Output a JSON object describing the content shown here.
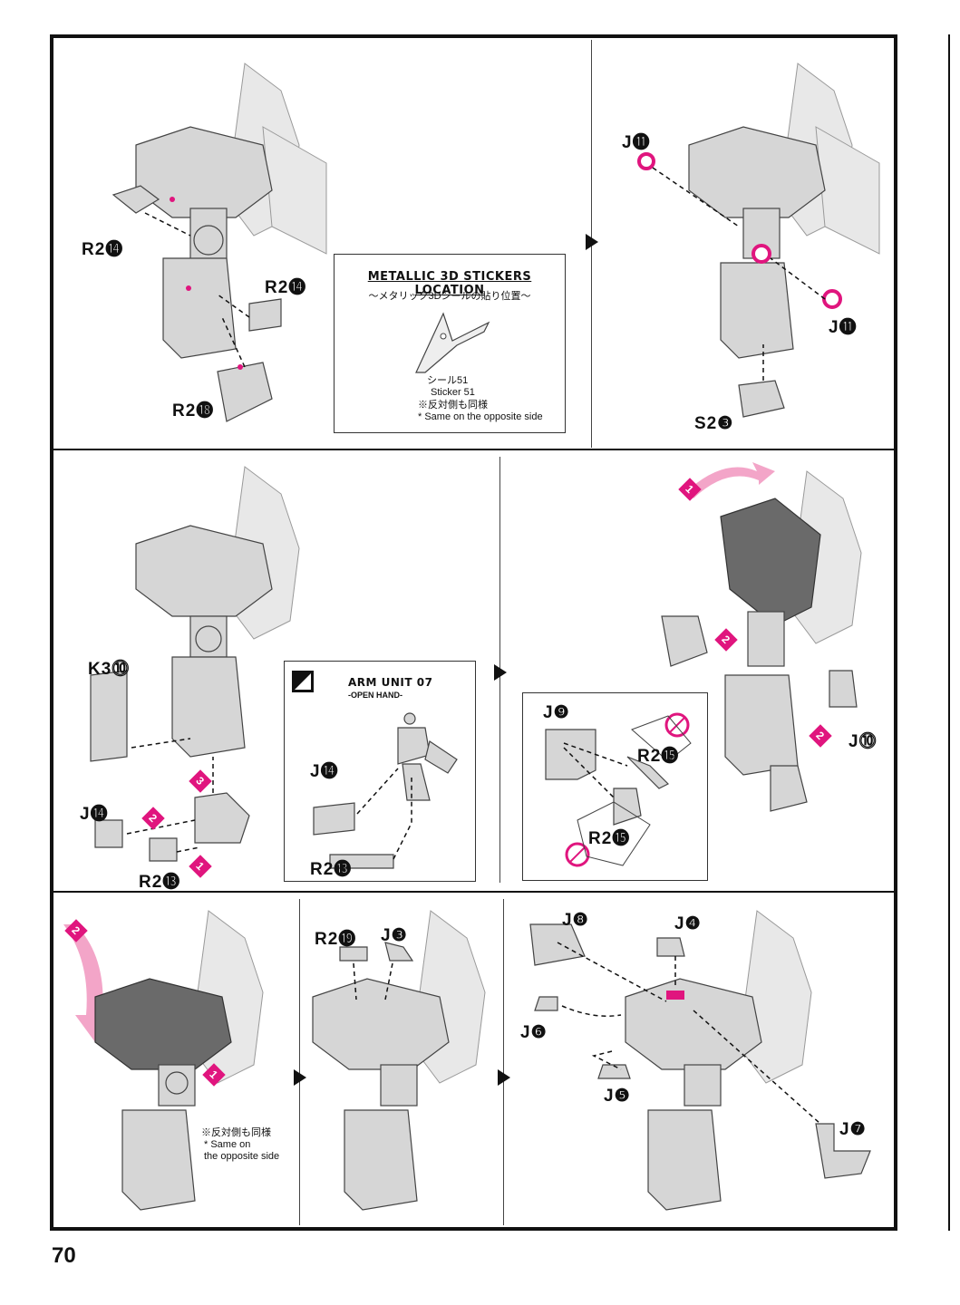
{
  "page": {
    "number": "70"
  },
  "stickers_box": {
    "title": "METALLIC 3D STICKERS LOCATION",
    "subtitle": "～メタリック3Dシールの貼り位置～",
    "sticker_jp": "シール51",
    "sticker_en": "Sticker 51",
    "note_jp": "※反対側も同様",
    "note_en": "* Same on the opposite side"
  },
  "arm_unit_box": {
    "title": "ARM UNIT 07",
    "subtitle": "-OPEN HAND-"
  },
  "bottom_note": {
    "jp": "※反対側も同様",
    "en": "* Same on\nthe opposite side"
  },
  "labels": {
    "r2_14_a": "R2⓮",
    "r2_14_b": "R2⓮",
    "r2_18": "R2⓲",
    "j11_a": "J⓫",
    "j11_b": "J⓫",
    "s2_3": "S2❸",
    "k3_10": "K3⓾",
    "j14_a": "J⓮",
    "r2_13_a": "R2⓭",
    "j14_b": "J⓮",
    "r2_13_b": "R2⓭",
    "j9": "J❾",
    "r2_15_a": "R2⓯",
    "r2_15_b": "R2⓯",
    "j10": "J⓾",
    "r2_19": "R2⓳",
    "j3": "J❸",
    "j8": "J❽",
    "j4": "J❹",
    "j6": "J❻",
    "j5": "J❺",
    "j7": "J❼"
  },
  "step_markers": {
    "s1": "1",
    "s2": "2",
    "s3": "3"
  },
  "colors": {
    "accent": "#e0157e",
    "line": "#111111",
    "part_fill": "#d6d6d6",
    "part_dark": "#6a6a6a"
  }
}
